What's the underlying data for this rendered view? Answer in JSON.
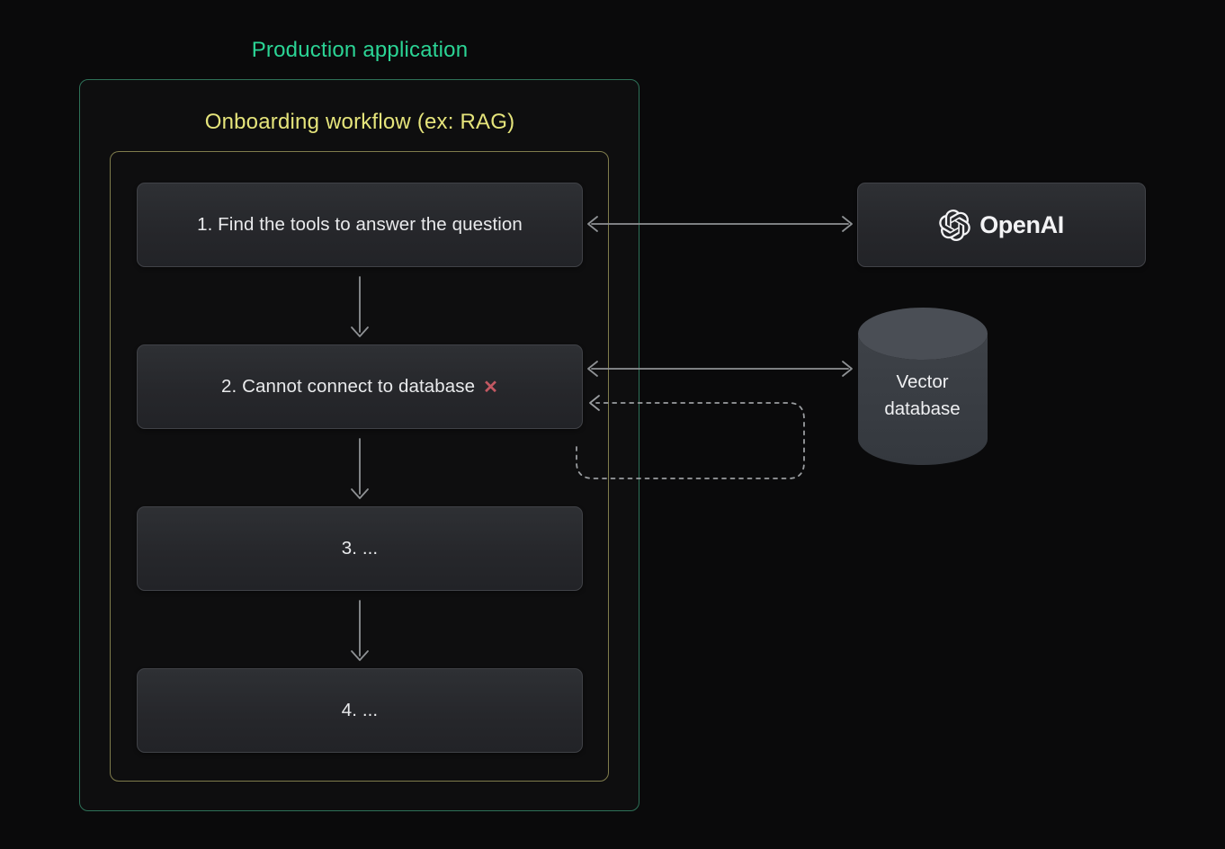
{
  "production": {
    "label": "Production application"
  },
  "workflow": {
    "label": "Onboarding workflow (ex: RAG)"
  },
  "steps": [
    {
      "label": "1. Find the tools to answer the question"
    },
    {
      "label": "2. Cannot connect to database",
      "error_icon": "✕"
    },
    {
      "label": "3. ..."
    },
    {
      "label": "4. ..."
    }
  ],
  "openai": {
    "label": "OpenAI"
  },
  "vector_db": {
    "label": "Vector database"
  },
  "colors": {
    "background": "#0a0a0b",
    "production_title": "#2bd495",
    "production_border": "#2e7158",
    "workflow_title": "#e5e47b",
    "workflow_border": "#7f7c4c",
    "node_background_top": "#2e3034",
    "node_background_bottom": "#222327",
    "node_border": "#404247",
    "node_text": "#e9eaec",
    "arrow": "#8e9194",
    "dashed_arrow": "#9a9da0",
    "error_x": "#c25862",
    "cylinder_body": "#3a3e44",
    "cylinder_top": "#4a4e55"
  }
}
